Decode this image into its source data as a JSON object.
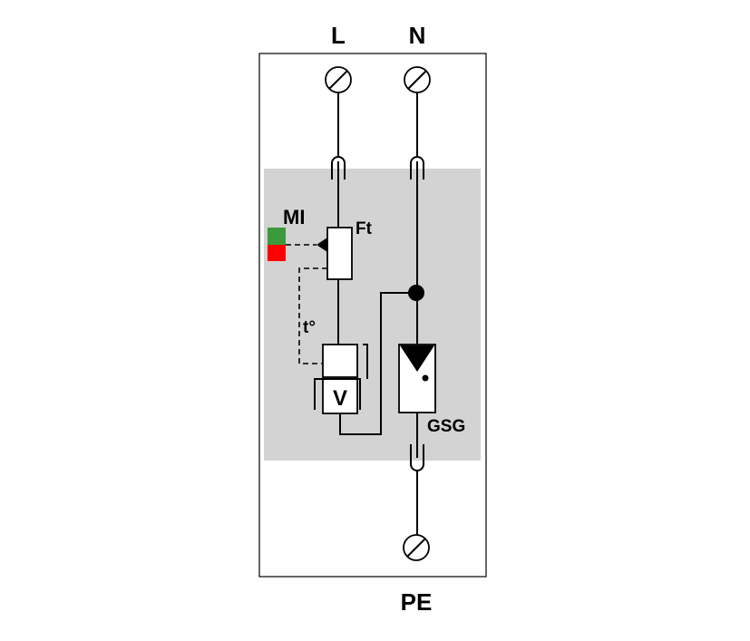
{
  "terminals": {
    "line_label": "L",
    "neutral_label": "N",
    "earth_label": "PE"
  },
  "components": {
    "indicator_label": "MI",
    "fuse_label": "Ft",
    "thermal_label": "t°",
    "varistor_label": "V",
    "gas_discharge_label": "GSG"
  },
  "colors": {
    "indicator_ok": "#3c9a3c",
    "indicator_fault": "#ff0000",
    "module_fill": "#d3d3d3"
  }
}
